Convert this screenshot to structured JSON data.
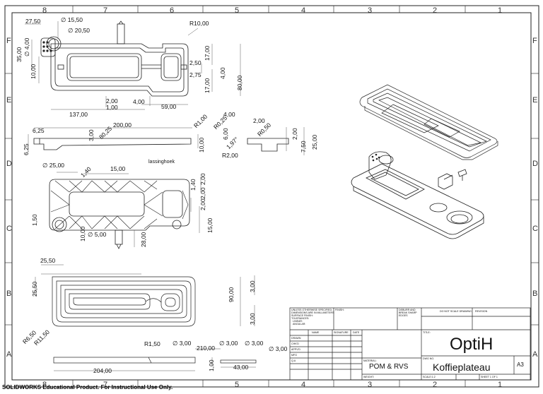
{
  "sheet": {
    "col_labels": [
      "8",
      "7",
      "6",
      "5",
      "4",
      "3",
      "2",
      "1"
    ],
    "row_labels": [
      "F",
      "E",
      "D",
      "C",
      "B",
      "A"
    ]
  },
  "dimensions": {
    "top_view": {
      "d1": "27,50",
      "d2": "∅ 15,50",
      "d3": "∅ 20,50",
      "d4": "R10,00",
      "d5": "35,00",
      "d6": "∅ 4,00",
      "d7": "10,00",
      "d8": "17,00",
      "d9": "2,50",
      "d10": "2,75",
      "d11": "17,00",
      "d12": "4,00",
      "d13": "80,00",
      "d14": "2,00",
      "d15": "1,00",
      "d16": "4,00",
      "d17": "137,00",
      "d18": "59,00"
    },
    "side_view": {
      "d1": "6,25",
      "d2": "200,00",
      "d3": "3,00",
      "d4": "80,25",
      "d5": "R1,00",
      "d6": "6,25",
      "d7": "4,00",
      "d8": "R0,25",
      "d9": "2,00",
      "d10": "R0,50",
      "d11": "6,00",
      "d12": "10,00",
      "d13": "1,97°",
      "d14": "R2,00",
      "d15": "2,00",
      "d16": "7,50",
      "d17": "25,00",
      "lassing": "lassinghoek"
    },
    "bottom_view": {
      "d1": "∅ 25,00",
      "d2": "1,40",
      "d3": "15,00",
      "d4": "2,00",
      "d5": "1,40",
      "d6": "2,00",
      "d7": "2,00",
      "d8": "1,50",
      "d9": "15,00",
      "d10": "∅ 5,00",
      "d11": "10,00",
      "d12": "28,00"
    },
    "coil_view": {
      "d1": "25,50",
      "d2": "25,50",
      "d3": "3,00",
      "d4": "90,00",
      "d5": "3,00",
      "d6": "R6,50",
      "d7": "R11,50",
      "d8": "R1,50",
      "d9": "∅ 3,00",
      "d10": "204,00",
      "d11": "210,00",
      "d12": "∅ 3,00",
      "d13": "∅ 3,00",
      "d14": "43,00",
      "d15": "1,00",
      "d16": "∅ 3,00"
    }
  },
  "title_block": {
    "unless": "UNLESS OTHERWISE SPECIFIED:",
    "dims_mm": "DIMENSIONS ARE IN MILLIMETERS",
    "surface": "SURFACE FINISH:",
    "tol": "TOLERANCES:",
    "linear": "LINEAR:",
    "angular": "ANGULAR:",
    "finish": "FINISH:",
    "deburr": "DEBURR AND BREAK SHARP EDGES",
    "no_scale": "DO NOT SCALE DRAWING",
    "revision": "REVISION",
    "name": "NAME",
    "signature": "SIGNATURE",
    "date": "DATE",
    "title_label": "TITLE:",
    "drawn": "DRAWN",
    "chkd": "CHK'D",
    "appvd": "APPV'D",
    "mfg": "MFG",
    "qa": "Q.A",
    "material_label": "MATERIAL:",
    "material": "POM & RVS",
    "dwg_label": "DWG NO.",
    "title": "OptiH",
    "dwg_no": "Koffieplateau",
    "size": "A3",
    "weight": "WEIGHT:",
    "scale": "SCALE:1:2",
    "sheet": "SHEET 1 OF 1"
  },
  "footer": "SOLIDWORKS Educational Product. For Instructional Use Only."
}
